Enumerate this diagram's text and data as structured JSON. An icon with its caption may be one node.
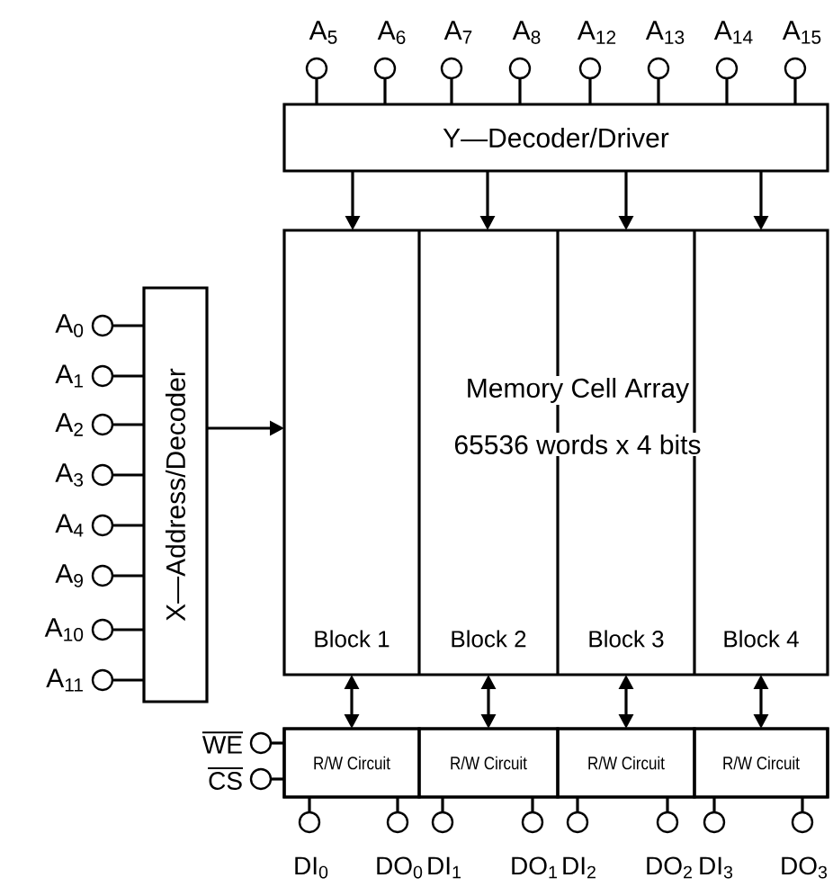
{
  "diagram": {
    "nodes": [
      {
        "text": [],
        "shape": "circle",
        "beside": [
          "A$_{5}$"
        ]
      },
      {
        "text": [],
        "shape": "circle",
        "beside": [
          "A$_{6}$"
        ]
      },
      {
        "text": [],
        "shape": "circle",
        "beside": [
          "A$_{7}$"
        ]
      },
      {
        "text": [],
        "shape": "circle",
        "beside": [
          "A$_{8}$"
        ]
      },
      {
        "text": [],
        "shape": "circle",
        "beside": [
          "A$_{12}$"
        ]
      },
      {
        "text": [],
        "shape": "circle",
        "beside": [
          "A$_{13}$"
        ]
      },
      {
        "text": [],
        "shape": "circle",
        "beside": [
          "A$_{14}$"
        ]
      },
      {
        "text": [],
        "shape": "circle",
        "beside": [
          "A$_{15}$"
        ]
      },
      {
        "text": [
          "Y—Decoder/Driver"
        ]
      },
      {
        "text": [],
        "shape": "circle",
        "beside": [
          "A$_{0}$"
        ]
      },
      {
        "text": [],
        "shape": "circle",
        "beside": [
          "A$_{1}$"
        ]
      },
      {
        "text": [],
        "shape": "circle",
        "beside": [
          "A$_{2}$"
        ]
      },
      {
        "text": [],
        "shape": "circle",
        "beside": [
          "A$_{3}$"
        ]
      },
      {
        "text": [],
        "shape": "circle",
        "beside": [
          "A$_{4}$"
        ]
      },
      {
        "text": [],
        "shape": "circle",
        "beside": [
          "A$_{9}$"
        ]
      },
      {
        "text": [],
        "shape": "circle",
        "beside": [
          "A$_{10}$"
        ]
      },
      {
        "text": [],
        "shape": "circle",
        "beside": [
          "A$_{11}$"
        ]
      },
      {
        "text": [
          "X—Address/Decoder"
        ]
      },
      {
        "text": [
          "Memory Cell Array",
          "65536 words x 4 bits"
        ]
      },
      {
        "text": [
          "Block 1"
        ],
        "in": 18
      },
      {
        "text": [
          "Block 2"
        ],
        "in": 18
      },
      {
        "text": [
          "Block 3"
        ],
        "in": 18
      },
      {
        "text": [
          "Block 4"
        ],
        "in": 18
      },
      {
        "text": [],
        "shape": "circle",
        "beside": [
          "WE"
        ]
      },
      {
        "text": [],
        "shape": "circle",
        "beside": [
          "CS"
        ]
      },
      {
        "text": [],
        "shape": "box"
      },
      {
        "text": [
          "R/W Circuit"
        ],
        "in": 25
      },
      {
        "text": [
          "R/W Circuit"
        ],
        "in": 25
      },
      {
        "text": [
          "R/W Circuit"
        ],
        "in": 25
      },
      {
        "text": [
          "R/W Circuit"
        ],
        "in": 25
      },
      {
        "text": [],
        "shape": "circle",
        "beside": [
          "DI$_{0}$"
        ]
      },
      {
        "text": [],
        "shape": "circle",
        "beside": [
          "DO$_{0}$"
        ]
      },
      {
        "text": [],
        "shape": "circle",
        "beside": [
          "DI$_{1}$"
        ]
      },
      {
        "text": [],
        "shape": "circle",
        "beside": [
          "DO$_{1}$"
        ]
      },
      {
        "text": [],
        "shape": "circle",
        "beside": [
          "DI$_{2}$"
        ]
      },
      {
        "text": [],
        "shape": "circle",
        "beside": [
          "DO$_{2}$"
        ]
      },
      {
        "text": [],
        "shape": "circle",
        "beside": [
          "DI$_{3}$"
        ]
      },
      {
        "text": [],
        "shape": "circle",
        "beside": [
          "DO$_{3}$"
        ]
      }
    ],
    "edges": [
      {
        "from": 0,
        "to": 8,
        "arrow": "none"
      },
      {
        "from": 1,
        "to": 8,
        "arrow": "none"
      },
      {
        "from": 2,
        "to": 8,
        "arrow": "none"
      },
      {
        "from": 3,
        "to": 8,
        "arrow": "none"
      },
      {
        "from": 4,
        "to": 8,
        "arrow": "none"
      },
      {
        "from": 5,
        "to": 8,
        "arrow": "none"
      },
      {
        "from": 6,
        "to": 8,
        "arrow": "none"
      },
      {
        "from": 7,
        "to": 8,
        "arrow": "none"
      },
      {
        "from": 8,
        "to": 18,
        "arrow": "to"
      },
      {
        "from": 8,
        "to": 18,
        "arrow": "to"
      },
      {
        "from": 8,
        "to": 18,
        "arrow": "to"
      },
      {
        "from": 8,
        "to": 18,
        "arrow": "to"
      },
      {
        "from": 9,
        "to": 17,
        "arrow": "none"
      },
      {
        "from": 10,
        "to": 17,
        "arrow": "none"
      },
      {
        "from": 11,
        "to": 17,
        "arrow": "none"
      },
      {
        "from": 12,
        "to": 17,
        "arrow": "none"
      },
      {
        "from": 13,
        "to": 17,
        "arrow": "none"
      },
      {
        "from": 14,
        "to": 17,
        "arrow": "none"
      },
      {
        "from": 15,
        "to": 17,
        "arrow": "none"
      },
      {
        "from": 16,
        "to": 17,
        "arrow": "none"
      },
      {
        "from": 17,
        "to": 18,
        "arrow": "to"
      },
      {
        "from": 19,
        "to": 26,
        "arrow": "both"
      },
      {
        "from": 20,
        "to": 27,
        "arrow": "both"
      },
      {
        "from": 21,
        "to": 28,
        "arrow": "both"
      },
      {
        "from": 22,
        "to": 29,
        "arrow": "both"
      },
      {
        "from": 23,
        "to": 25,
        "arrow": "none"
      },
      {
        "from": 24,
        "to": 25,
        "arrow": "none"
      },
      {
        "from": 26,
        "to": 30,
        "arrow": "none"
      },
      {
        "from": 26,
        "to": 31,
        "arrow": "none"
      },
      {
        "from": 27,
        "to": 32,
        "arrow": "none"
      },
      {
        "from": 27,
        "to": 33,
        "arrow": "none"
      },
      {
        "from": 28,
        "to": 34,
        "arrow": "none"
      },
      {
        "from": 28,
        "to": 35,
        "arrow": "none"
      },
      {
        "from": 29,
        "to": 36,
        "arrow": "none"
      },
      {
        "from": 29,
        "to": 37,
        "arrow": "none"
      }
    ]
  }
}
